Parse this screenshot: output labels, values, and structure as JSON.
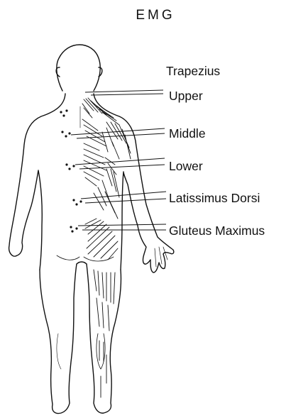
{
  "title": "EMG",
  "muscle_group_label": "Trapezius",
  "muscles": [
    {
      "id": "upper",
      "label": "Upper"
    },
    {
      "id": "middle",
      "label": "Middle"
    },
    {
      "id": "lower",
      "label": "Lower"
    },
    {
      "id": "latissimus",
      "label": "Latissimus Dorsi"
    },
    {
      "id": "gluteus",
      "label": "Gluteus Maximus"
    }
  ],
  "colors": {
    "line": "#111111",
    "background": "#ffffff"
  }
}
